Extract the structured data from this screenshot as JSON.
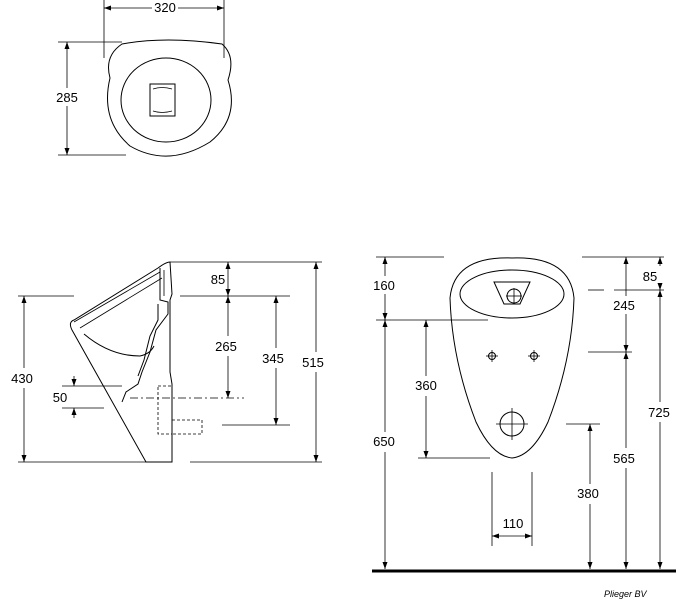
{
  "top_view": {
    "width_label": "320",
    "depth_label": "285"
  },
  "side_view": {
    "labels": {
      "top_offset": "85",
      "inlet_to_outlet": "265",
      "inlet_to_bottom": "345",
      "total_height": "515",
      "body_height": "430",
      "outlet_offset": "50"
    }
  },
  "front_view": {
    "labels": {
      "bowl_top": "160",
      "right_top_offset": "85",
      "fixing_to_top": "245",
      "fixing_spacing": "360",
      "floor_to_rim": "650",
      "fixing_from_floor": "565",
      "outlet_from_floor": "380",
      "outlet_width": "110",
      "overall_from_floor": "725"
    }
  },
  "credit": "Plieger BV"
}
